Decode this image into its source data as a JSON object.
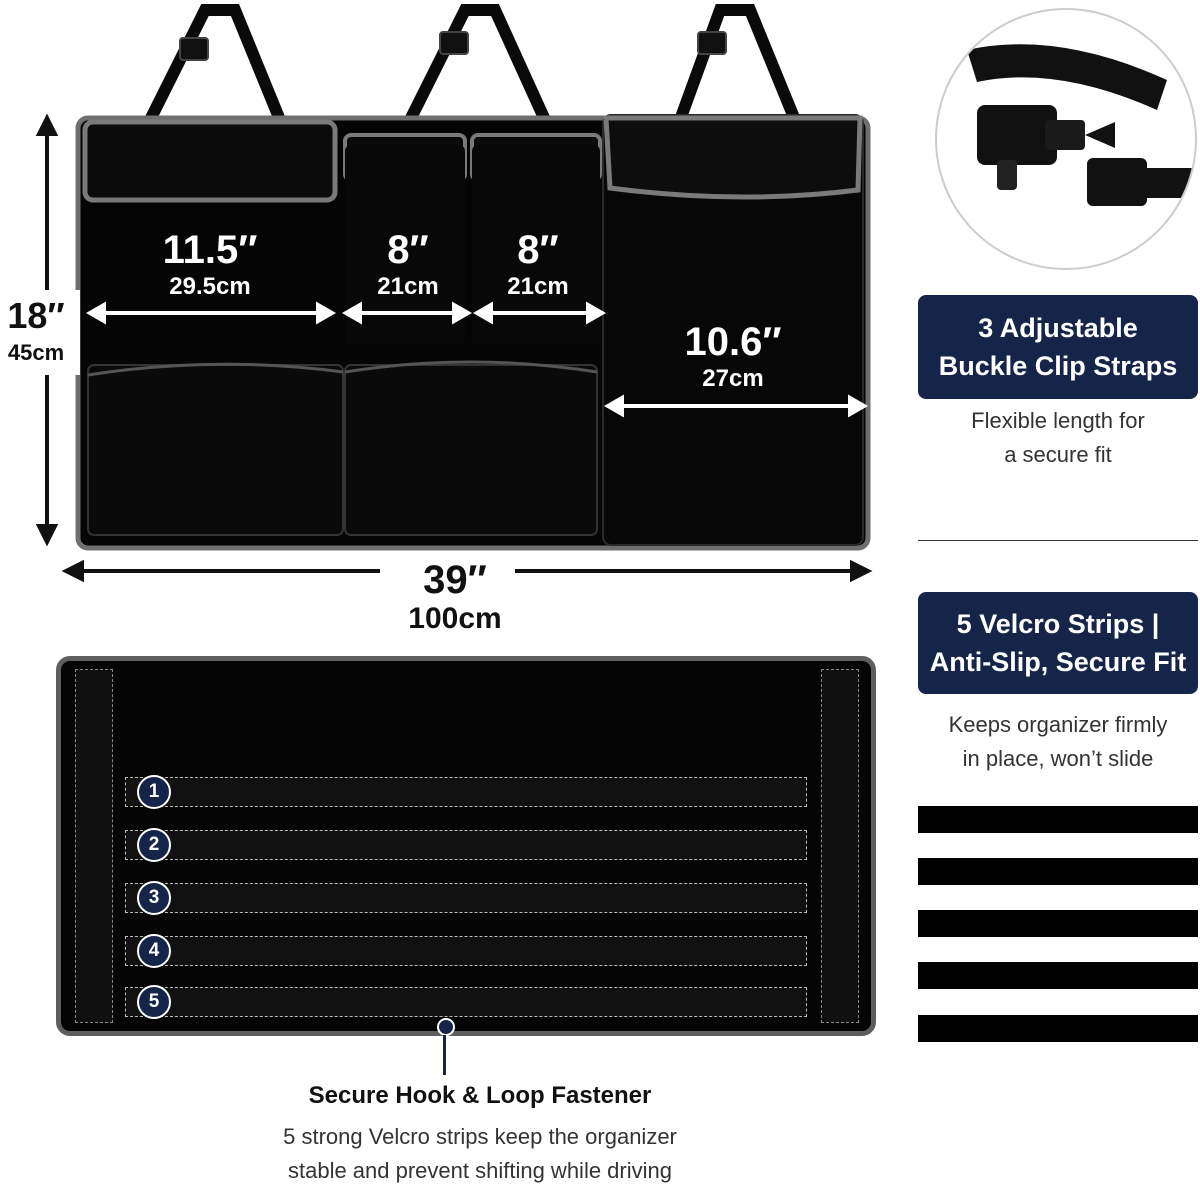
{
  "top_organizer": {
    "pockets": [
      {
        "inch": "11.5″",
        "cm": "29.5cm"
      },
      {
        "inch": "8″",
        "cm": "21cm"
      },
      {
        "inch": "8″",
        "cm": "21cm"
      },
      {
        "inch": "10.6″",
        "cm": "27cm"
      }
    ],
    "height_inch": "18″",
    "height_cm": "45cm",
    "width_inch": "39″",
    "width_cm": "100cm"
  },
  "straps_feature": {
    "title_line1": "3 Adjustable",
    "title_line2": "Buckle Clip Straps",
    "caption_line1": "Flexible length for",
    "caption_line2": "a secure fit"
  },
  "velcro_feature": {
    "title_line1": "5 Velcro Strips |",
    "title_line2": "Anti-Slip, Secure Fit",
    "caption_line1": "Keeps organizer firmly",
    "caption_line2": "in place, won’t slide"
  },
  "back_panel": {
    "strip_numbers": [
      "1",
      "2",
      "3",
      "4",
      "5"
    ],
    "callout_title": "Secure Hook & Loop Fastener",
    "callout_line1": "5 strong Velcro strips keep the organizer",
    "callout_line2": "stable and prevent shifting while driving"
  },
  "colors": {
    "badge_navy": "#15254a",
    "organizer_black": "#050505",
    "trim_gray": "#7a7a7a"
  }
}
